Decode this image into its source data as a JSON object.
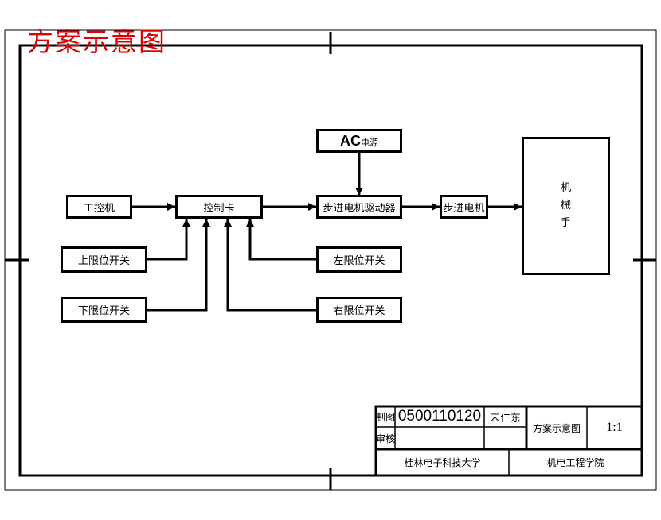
{
  "title": "方案示意图",
  "blocks": {
    "ipc": "工控机",
    "control_card": "控制卡",
    "upper_limit": "上限位开关",
    "lower_limit": "下限位开关",
    "left_limit": "左限位开关",
    "right_limit": "右限位开关",
    "ac_power_prefix": "AC",
    "ac_power_suffix": "电源",
    "stepper_driver": "步进电机驱动器",
    "stepper_motor": "步进电机",
    "robot_arm": [
      "机",
      "械",
      "手"
    ]
  },
  "title_block": {
    "drawn_label": "制图",
    "student_id": "0500110120",
    "drawer_name": "宋仁东",
    "checked_label": "审核",
    "drawing_name": "方案示意图",
    "scale": "1:1",
    "university": "桂林电子科技大学",
    "college": "机电工程学院"
  }
}
